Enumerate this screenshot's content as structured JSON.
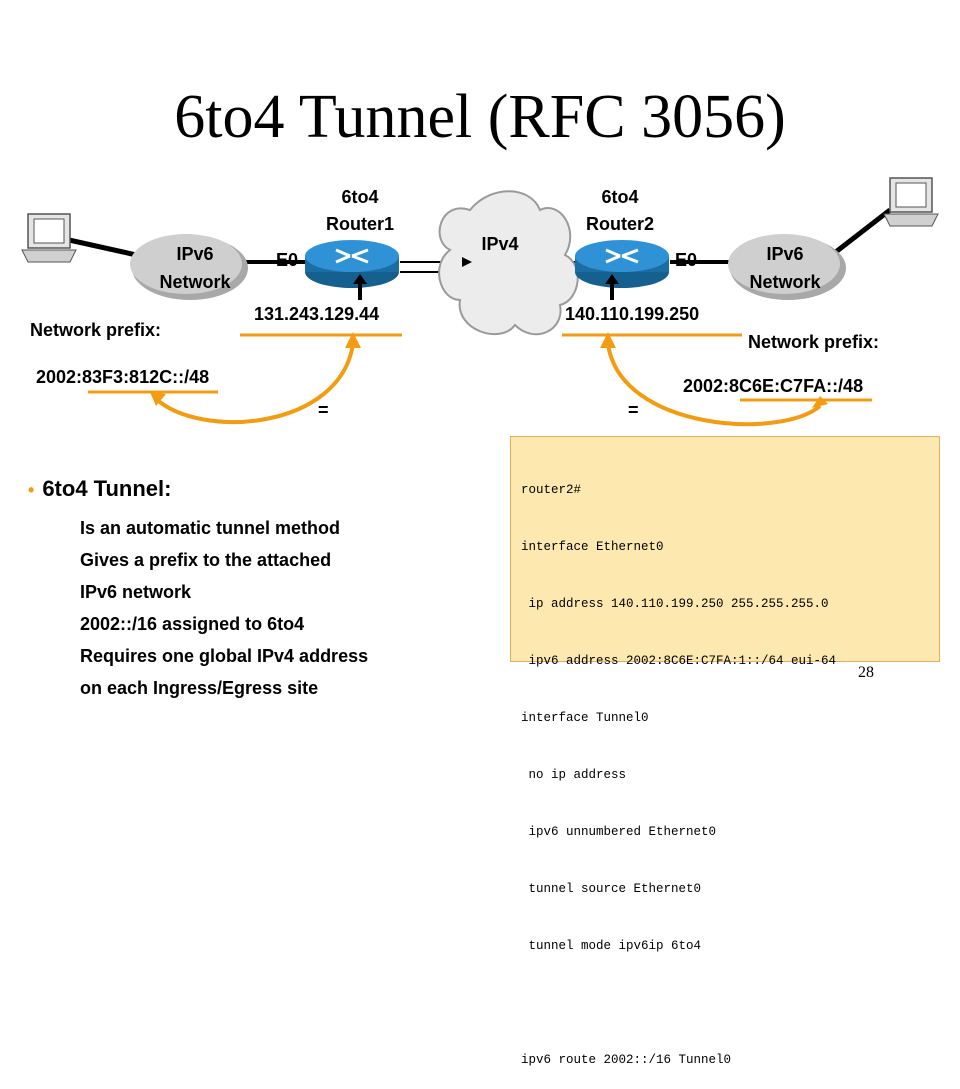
{
  "title": "6to4 Tunnel (RFC 3056)",
  "left_cloud": "IPv6\nNetwork",
  "right_cloud": "IPv6\nNetwork",
  "center_cloud": "IPv4",
  "router1": {
    "label": "6to4\nRouter1",
    "iface": "E0",
    "ip": "131.243.129.44"
  },
  "router2": {
    "label": "6to4\nRouter2",
    "iface": "E0",
    "ip": "140.110.199.250"
  },
  "left_prefix": {
    "heading": "Network prefix:",
    "value": "2002:83F3:812C::/48",
    "eq": "="
  },
  "right_prefix": {
    "heading": "Network prefix:",
    "value": "2002:8C6E:C7FA::/48",
    "eq": "="
  },
  "config": [
    "router2#",
    "interface Ethernet0",
    " ip address 140.110.199.250 255.255.255.0",
    " ipv6 address 2002:8C6E:C7FA:1::/64 eui-64",
    "interface Tunnel0",
    " no ip address",
    " ipv6 unnumbered Ethernet0",
    " tunnel source Ethernet0",
    " tunnel mode ipv6ip 6to4",
    "",
    "ipv6 route 2002::/16 Tunnel0"
  ],
  "bullet": {
    "heading": "6to4 Tunnel:",
    "items": [
      "Is an automatic tunnel method",
      "Gives a prefix to the attached",
      "IPv6 network",
      "2002::/16 assigned to 6to4",
      "Requires one global IPv4 address",
      "on each Ingress/Egress site"
    ]
  },
  "page_number": "28",
  "colors": {
    "accent": "#f39c12",
    "router": "#1f7fc1",
    "cloud": "#cfcfcf",
    "code_bg": "#fde8b0"
  }
}
